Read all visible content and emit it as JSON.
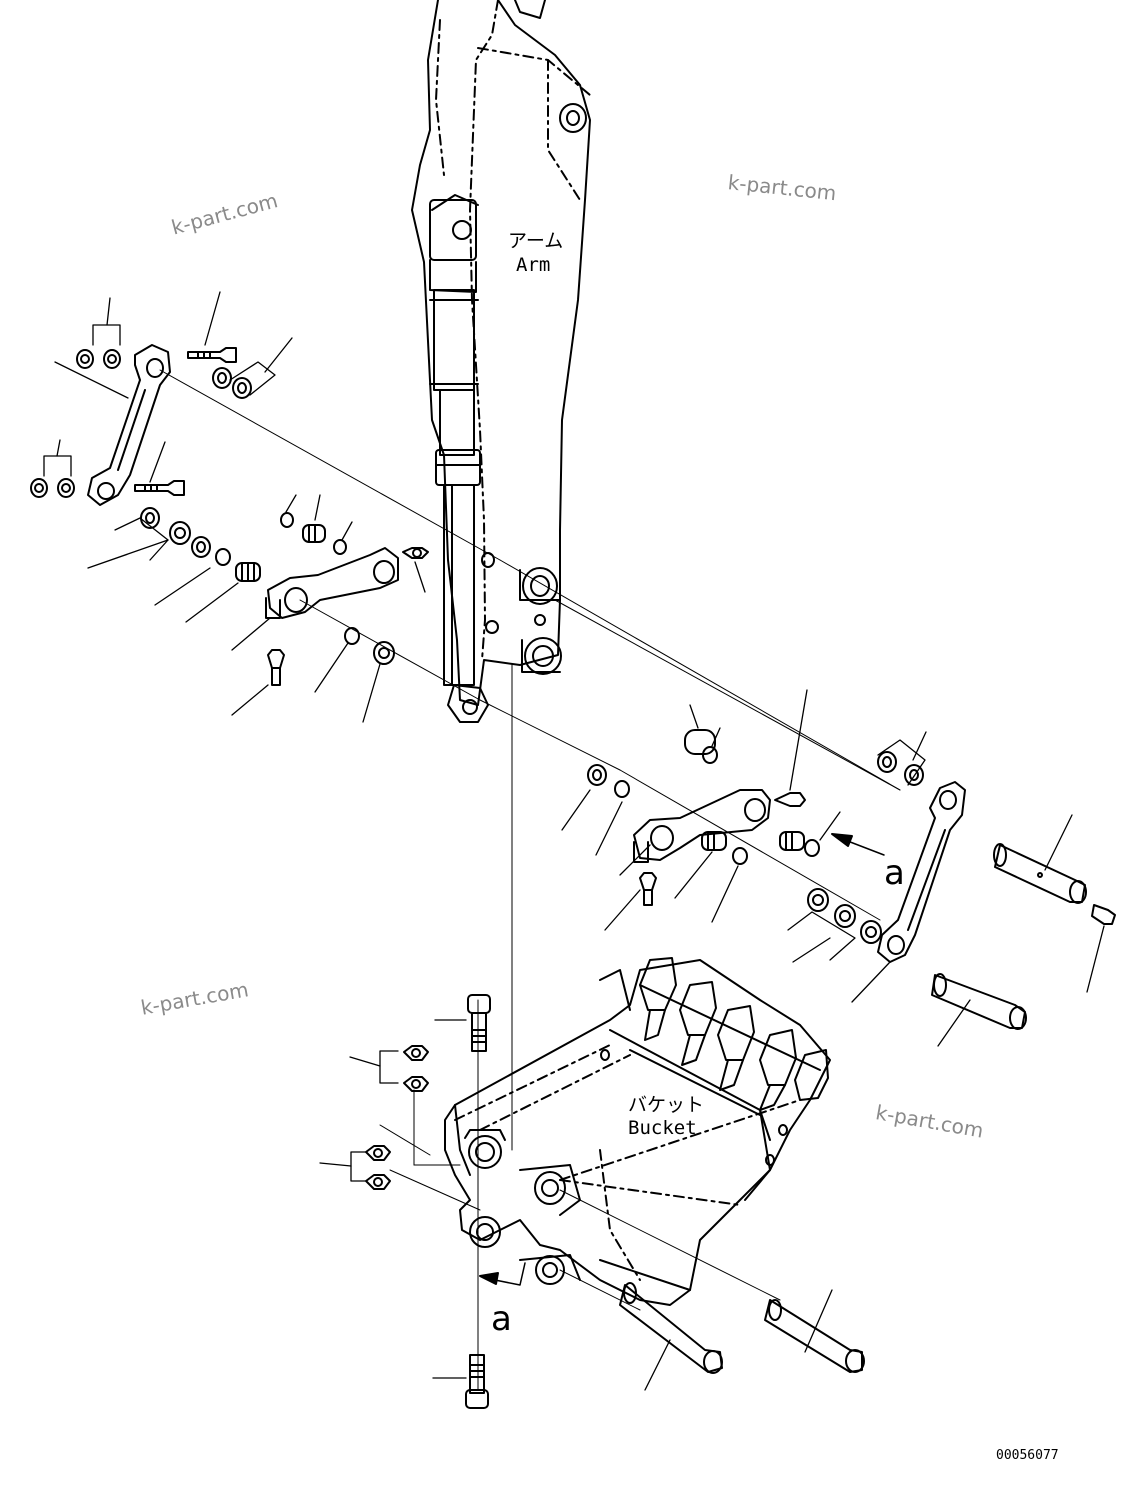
{
  "labels": {
    "arm_jp": "アーム",
    "arm_en": "Arm",
    "bucket_jp": "バケット",
    "bucket_en": "Bucket"
  },
  "view_markers": {
    "upper": "a",
    "lower": "a"
  },
  "watermarks": [
    "k-part.com",
    "k-part.com",
    "k-part.com",
    "k-part.com"
  ],
  "document_number": "00056077"
}
